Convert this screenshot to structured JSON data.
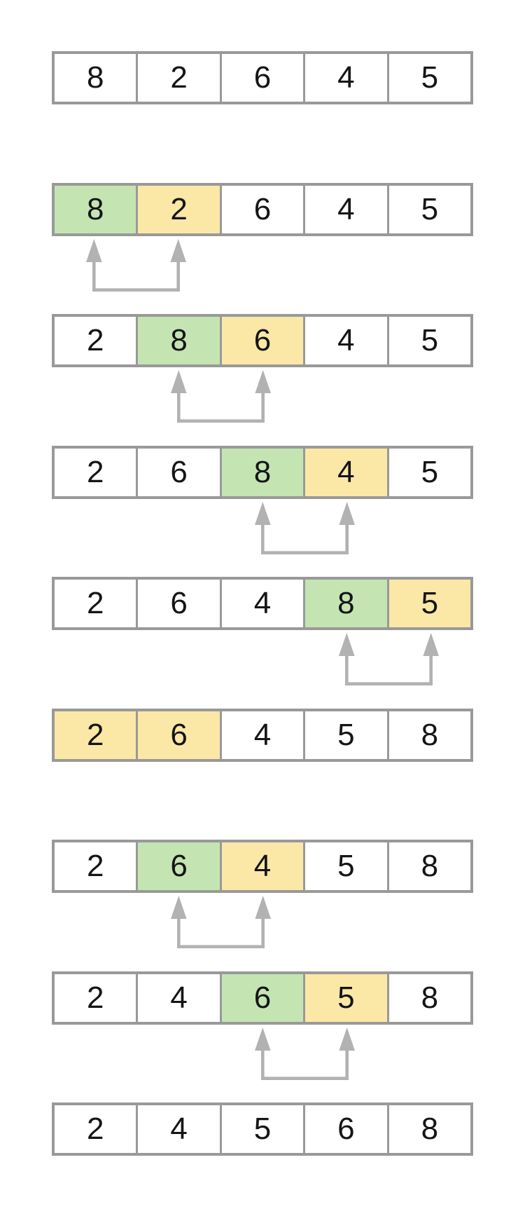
{
  "diagram": {
    "kind": "bubble-sort-steps",
    "array_length": 5,
    "step_count": 9
  },
  "colors": {
    "background": "#ffffff",
    "border": "#999999",
    "arrow": "#b2b2b2",
    "digit": "#151515",
    "cellbg": "#ffffff",
    "green": "#c4e5b2",
    "yellow": "#fbe8a6"
  },
  "rows": [
    {
      "cells": [
        {
          "value": "8",
          "state": "plain"
        },
        {
          "value": "2",
          "state": "plain"
        },
        {
          "value": "6",
          "state": "plain"
        },
        {
          "value": "4",
          "state": "plain"
        },
        {
          "value": "5",
          "state": "plain"
        }
      ],
      "arrow": null
    },
    {
      "cells": [
        {
          "value": "8",
          "state": "green"
        },
        {
          "value": "2",
          "state": "yellow"
        },
        {
          "value": "6",
          "state": "plain"
        },
        {
          "value": "4",
          "state": "plain"
        },
        {
          "value": "5",
          "state": "plain"
        }
      ],
      "arrow": {
        "from": 0,
        "to": 1
      }
    },
    {
      "cells": [
        {
          "value": "2",
          "state": "plain"
        },
        {
          "value": "8",
          "state": "green"
        },
        {
          "value": "6",
          "state": "yellow"
        },
        {
          "value": "4",
          "state": "plain"
        },
        {
          "value": "5",
          "state": "plain"
        }
      ],
      "arrow": {
        "from": 1,
        "to": 2
      }
    },
    {
      "cells": [
        {
          "value": "2",
          "state": "plain"
        },
        {
          "value": "6",
          "state": "plain"
        },
        {
          "value": "8",
          "state": "green"
        },
        {
          "value": "4",
          "state": "yellow"
        },
        {
          "value": "5",
          "state": "plain"
        }
      ],
      "arrow": {
        "from": 2,
        "to": 3
      }
    },
    {
      "cells": [
        {
          "value": "2",
          "state": "plain"
        },
        {
          "value": "6",
          "state": "plain"
        },
        {
          "value": "4",
          "state": "plain"
        },
        {
          "value": "8",
          "state": "green"
        },
        {
          "value": "5",
          "state": "yellow"
        }
      ],
      "arrow": {
        "from": 3,
        "to": 4
      }
    },
    {
      "cells": [
        {
          "value": "2",
          "state": "yellow"
        },
        {
          "value": "6",
          "state": "yellow"
        },
        {
          "value": "4",
          "state": "plain"
        },
        {
          "value": "5",
          "state": "plain"
        },
        {
          "value": "8",
          "state": "plain"
        }
      ],
      "arrow": null
    },
    {
      "cells": [
        {
          "value": "2",
          "state": "plain"
        },
        {
          "value": "6",
          "state": "green"
        },
        {
          "value": "4",
          "state": "yellow"
        },
        {
          "value": "5",
          "state": "plain"
        },
        {
          "value": "8",
          "state": "plain"
        }
      ],
      "arrow": {
        "from": 1,
        "to": 2
      }
    },
    {
      "cells": [
        {
          "value": "2",
          "state": "plain"
        },
        {
          "value": "4",
          "state": "plain"
        },
        {
          "value": "6",
          "state": "green"
        },
        {
          "value": "5",
          "state": "yellow"
        },
        {
          "value": "8",
          "state": "plain"
        }
      ],
      "arrow": {
        "from": 2,
        "to": 3
      }
    },
    {
      "cells": [
        {
          "value": "2",
          "state": "plain"
        },
        {
          "value": "4",
          "state": "plain"
        },
        {
          "value": "5",
          "state": "plain"
        },
        {
          "value": "6",
          "state": "plain"
        },
        {
          "value": "8",
          "state": "plain"
        }
      ],
      "arrow": null
    }
  ]
}
